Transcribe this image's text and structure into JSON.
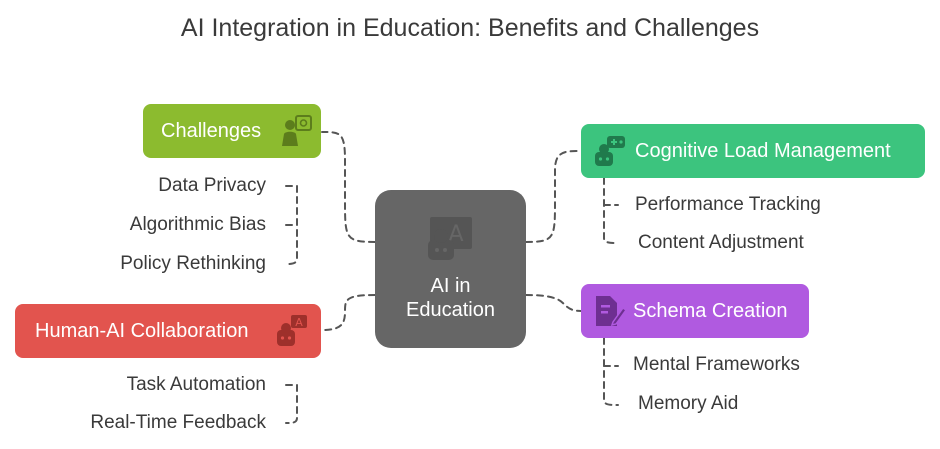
{
  "title": "AI Integration in Education: Benefits and Challenges",
  "colors": {
    "center": "#666666",
    "challenges": "#8cbb2f",
    "human_ai": "#e2544e",
    "cognitive": "#3cc47e",
    "schema": "#b05ae0",
    "connector": "#555555"
  },
  "center": {
    "label_line1": "AI in",
    "label_line2": "Education",
    "icon": "robot-person-icon"
  },
  "branches": {
    "challenges": {
      "label": "Challenges",
      "icon": "person-idea-icon",
      "items": [
        "Data Privacy",
        "Algorithmic Bias",
        "Policy Rethinking"
      ]
    },
    "human_ai": {
      "label": "Human-AI Collaboration",
      "icon": "robot-chat-icon",
      "items": [
        "Task Automation",
        "Real-Time Feedback"
      ]
    },
    "cognitive": {
      "label": "Cognitive Load Management",
      "icon": "robot-gamepad-icon",
      "items": [
        "Performance Tracking",
        "Content Adjustment"
      ]
    },
    "schema": {
      "label": "Schema Creation",
      "icon": "document-pen-icon",
      "items": [
        "Mental Frameworks",
        "Memory Aid"
      ]
    }
  }
}
